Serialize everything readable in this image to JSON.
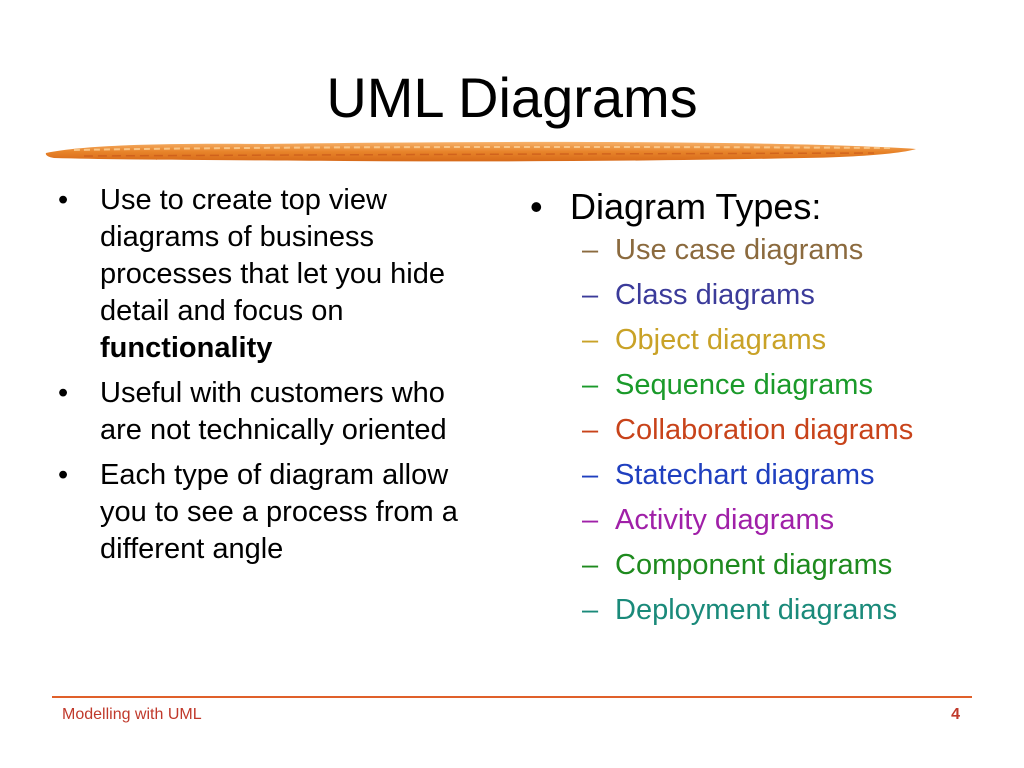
{
  "slide": {
    "title": "UML Diagrams",
    "page_number": "4"
  },
  "left": {
    "bullet_glyph": "•",
    "bullets": [
      {
        "text": "Use to create top view diagrams of business processes that let you hide detail and focus on ",
        "bold_text": "functionality"
      },
      {
        "text": "Useful with customers who are not technically oriented"
      },
      {
        "text": "Each type of diagram allow you to see a process from a different angle"
      }
    ]
  },
  "right": {
    "heading": "Diagram Types:",
    "dash_glyph": "–",
    "items": [
      {
        "label": "Use case diagrams",
        "color": "#8b6a3e"
      },
      {
        "label": "Class diagrams",
        "color": "#3b3b9a"
      },
      {
        "label": "Object diagrams",
        "color": "#c9a227"
      },
      {
        "label": "Sequence diagrams",
        "color": "#1a9a2a"
      },
      {
        "label": "Collaboration diagrams",
        "color": "#c8431a"
      },
      {
        "label": "Statechart diagrams",
        "color": "#1f3fbf"
      },
      {
        "label": "Activity diagrams",
        "color": "#a020a8"
      },
      {
        "label": "Component diagrams",
        "color": "#1e8a1e"
      },
      {
        "label": "Deployment diagrams",
        "color": "#1a8a7a"
      }
    ]
  },
  "footer": {
    "text": "Modelling with UML",
    "accent_color": "#e0602a"
  }
}
